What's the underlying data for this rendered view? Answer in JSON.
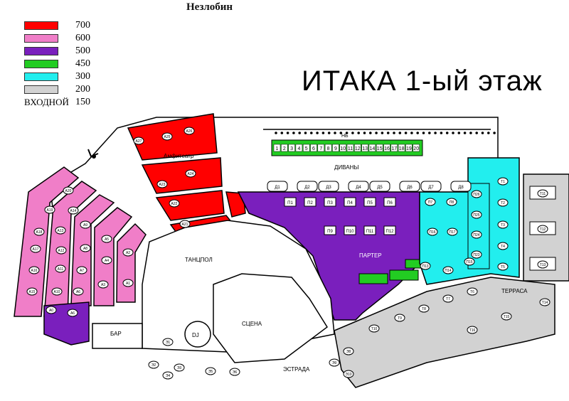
{
  "header": {
    "artist": "Незлобин",
    "title": "ИТАКА 1-ый этаж"
  },
  "legend": {
    "items": [
      {
        "price": "700",
        "color": "#ff0000"
      },
      {
        "price": "600",
        "color": "#f07ec8"
      },
      {
        "price": "500",
        "color": "#7a1fbd"
      },
      {
        "price": "450",
        "color": "#22cc22"
      },
      {
        "price": "300",
        "color": "#22eeee"
      },
      {
        "price": "200",
        "color": "#d2d2d2"
      }
    ],
    "entry": {
      "label": "ВХОДНОЙ",
      "price": "150"
    }
  },
  "zones": {
    "amphitheater": "Амфитеатр",
    "dance_floor": "ТАНЦПОЛ",
    "stage": "СЦЕНА",
    "dj": "DJ",
    "bar": "БАР",
    "parterre": "ПАРТЕР",
    "sofas": "ДИВАНЫ",
    "terrace": "ТЕРРАСА",
    "estrada": "ЭСТРАДА",
    "nb": "НБ"
  },
  "amphitheater_seats": [
    "A26",
    "A25",
    "A27",
    "A24",
    "A23",
    "A22",
    "A21"
  ],
  "pink_seats": [
    "A20",
    "A19",
    "A14",
    "A18",
    "A13",
    "A9",
    "A17",
    "A12",
    "A8",
    "A5",
    "A16",
    "A11",
    "A7",
    "A4",
    "A2",
    "A15",
    "A10",
    "A6",
    "A3",
    "A1"
  ],
  "purple_seats": [
    "A0",
    "A6"
  ],
  "bar_numbers": [
    "1",
    "2",
    "3",
    "4",
    "5",
    "6",
    "7",
    "8",
    "9",
    "10",
    "11",
    "12",
    "13",
    "14",
    "15",
    "16",
    "17",
    "18",
    "19",
    "20"
  ],
  "sofas": [
    "Д1",
    "Д2",
    "Д3",
    "Д4",
    "Д5",
    "Д6",
    "Д7",
    "Д8"
  ],
  "parterre_tables": [
    "П1",
    "П2",
    "П3",
    "П4",
    "П5",
    "П6",
    "П9",
    "П10",
    "П11",
    "П12"
  ],
  "cyan_tables": [
    "П7",
    "П8",
    "П16",
    "П17",
    "П26",
    "П25",
    "П24",
    "П23",
    "Т1",
    "Т2",
    "Т3",
    "Т4",
    "Т5",
    "П13",
    "П14",
    "П15",
    "Т11",
    "Т12",
    "Т13"
  ],
  "gray_tables": [
    "Т6",
    "Т7",
    "Т8",
    "Т9",
    "Т10",
    "Т14",
    "Т15",
    "Т16"
  ],
  "stage_tables": [
    "Э1",
    "Э2",
    "Э3",
    "Э4",
    "Э5",
    "Э6",
    "Э8",
    "Э9",
    "Э10"
  ]
}
